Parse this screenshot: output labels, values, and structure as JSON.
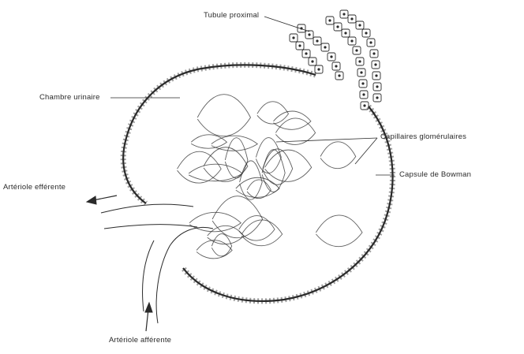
{
  "diagram": {
    "labels": {
      "tubule": "Tubule proximal",
      "chamber": "Chambre urinaire",
      "capillaries": "Capillaires glomérulaires",
      "capsule": "Capsule de Bowman",
      "efferent": "Artériole efférente",
      "afferent": "Artériole afférente"
    },
    "colors": {
      "ink": "#2a2a2a",
      "background": "#ffffff"
    }
  }
}
